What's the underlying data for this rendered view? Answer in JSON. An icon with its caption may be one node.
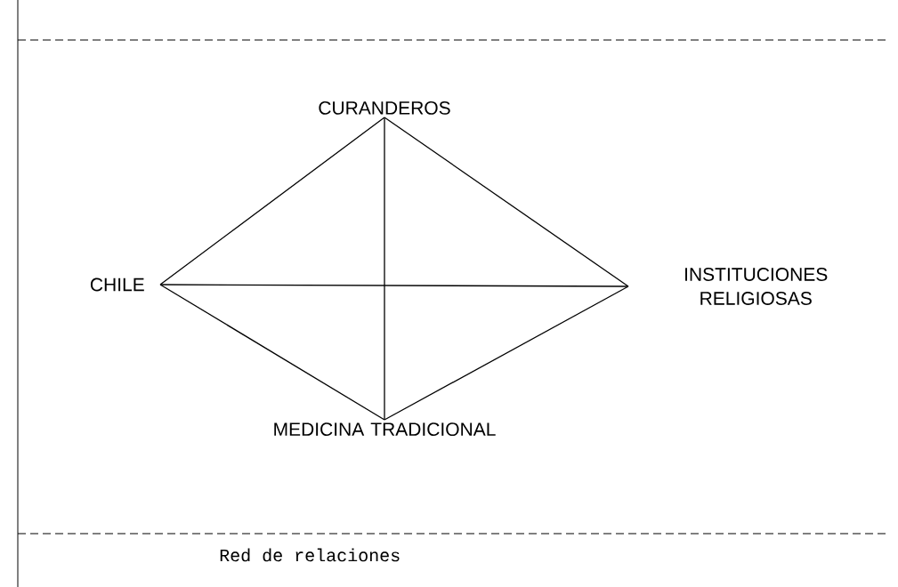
{
  "diagram": {
    "caption": "Red de relaciones",
    "nodes": [
      {
        "text": [
          "CURANDEROS"
        ]
      },
      {
        "text": [
          "CHILE"
        ]
      },
      {
        "text": [
          "INSTITUCIONES RELIGIOSAS"
        ]
      },
      {
        "text": [
          "MEDICINA TRADICIONAL"
        ]
      }
    ],
    "edges": [
      {
        "from": 1,
        "to": 0,
        "arrow": "none"
      },
      {
        "from": 0,
        "to": 2,
        "arrow": "none"
      },
      {
        "from": 1,
        "to": 3,
        "arrow": "none"
      },
      {
        "from": 3,
        "to": 2,
        "arrow": "none"
      },
      {
        "from": 0,
        "to": 3,
        "arrow": "none"
      },
      {
        "from": 1,
        "to": 2,
        "arrow": "none"
      }
    ]
  }
}
